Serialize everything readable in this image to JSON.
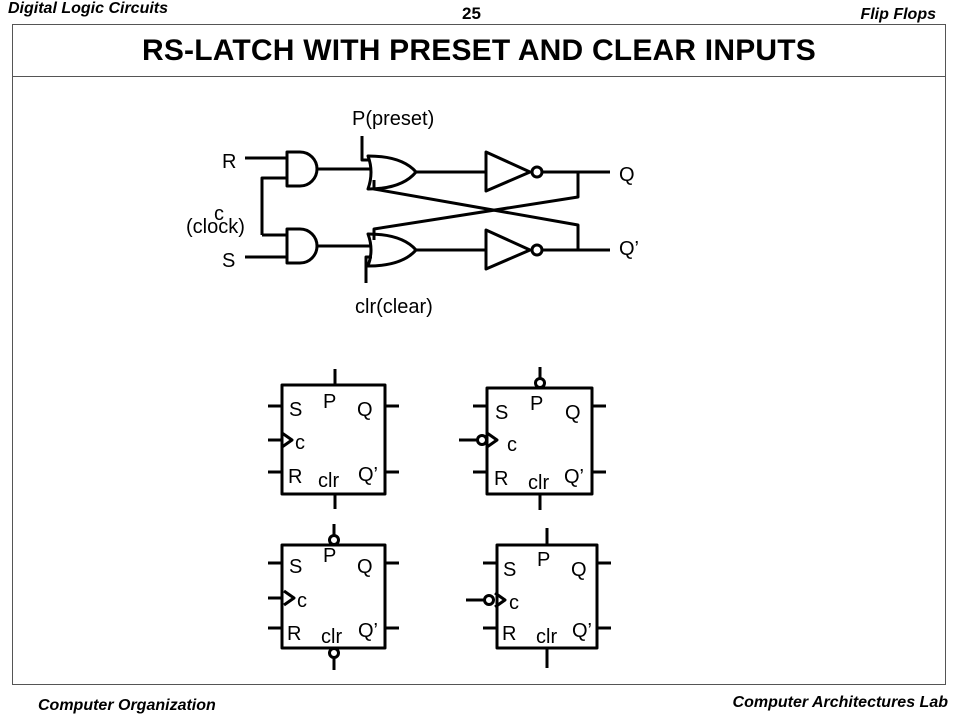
{
  "header": {
    "course": "Digital Logic Circuits",
    "page_number": "25",
    "topic": "Flip Flops"
  },
  "title": "RS-LATCH  WITH  PRESET  AND  CLEAR  INPUTS",
  "latch_diagram": {
    "preset_label": "P(preset)",
    "r_label": "R",
    "c_label": "c",
    "clock_label": "(clock)",
    "s_label": "S",
    "q_label": "Q",
    "qbar_label": "Q’",
    "clear_label": "clr(clear)"
  },
  "symbols": [
    {
      "s": "S",
      "p": "P",
      "q": "Q",
      "c": "c",
      "r": "R",
      "clr": "clr",
      "qbar": "Q’"
    },
    {
      "s": "S",
      "p": "P",
      "q": "Q",
      "c": "c",
      "r": "R",
      "clr": "clr",
      "qbar": "Q’"
    },
    {
      "s": "S",
      "p": "P",
      "q": "Q",
      "c": "c",
      "r": "R",
      "clr": "clr",
      "qbar": "Q’"
    },
    {
      "s": "S",
      "p": "P",
      "q": "Q",
      "c": "c",
      "r": "R",
      "clr": "clr",
      "qbar": "Q’"
    }
  ],
  "footer": {
    "left": "Computer Organization",
    "right": "Computer Architectures Lab"
  }
}
